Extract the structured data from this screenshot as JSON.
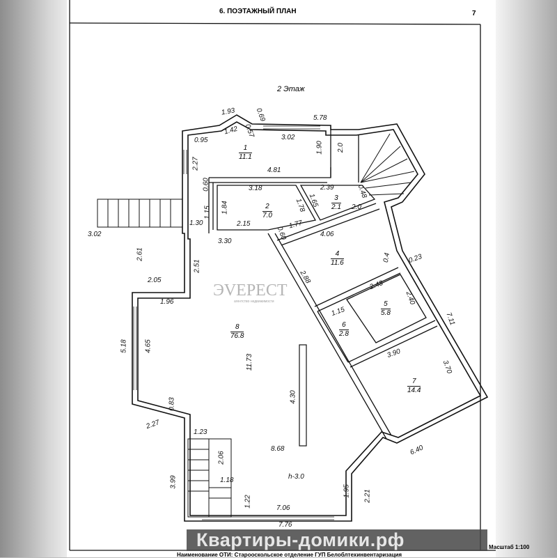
{
  "header": {
    "title": "6. ПОЭТАЖНЫЙ ПЛАН",
    "page_number": "7"
  },
  "floor_label": "2 Этаж",
  "rooms": [
    {
      "number": "1",
      "area": "11.1"
    },
    {
      "number": "2",
      "area": "7.0"
    },
    {
      "number": "3",
      "area": "2.1"
    },
    {
      "number": "4",
      "area": "11.6"
    },
    {
      "number": "5",
      "area": "5.8"
    },
    {
      "number": "6",
      "area": "2.8"
    },
    {
      "number": "7",
      "area": "14.4"
    },
    {
      "number": "8",
      "area": "76.8"
    }
  ],
  "dimensions": [
    "1.93",
    "0.69",
    "5.78",
    "1.42",
    "0.57",
    "0.95",
    "3.02",
    "1.90",
    "2.0",
    "2.27",
    "4.81",
    "0.60",
    "3.18",
    "1.84",
    "1.78",
    "2.39",
    "0.48",
    "1.65",
    "2.0",
    "1.15",
    "1.30",
    "2.15",
    "0.60",
    "1.77",
    "4.06",
    "3.02",
    "3.30",
    "2.61",
    "2.51",
    "0.4",
    "0.23",
    "2.88",
    "2.05",
    "1.96",
    "2.43",
    "2.40",
    "1.15",
    "7.11",
    "5.18",
    "4.65",
    "11.73",
    "3.90",
    "3.70",
    "4.30",
    "0.83",
    "2.27",
    "1.23",
    "6.40",
    "2.06",
    "8.68",
    "3.99",
    "1.18",
    "h-3.0",
    "1.95",
    "2.21",
    "1.22",
    "7.06",
    "7.76"
  ],
  "watermark": {
    "logo": "ЭVЕРЕСТ",
    "logo_sub": "агентство недвижимости",
    "banner": "Квартиры-домики.рф"
  },
  "footer": {
    "scale": "Масштаб 1:100",
    "oti": "Наименование ОТИ: Старооскольское отделение ГУП Белоблтехинвентаризация"
  }
}
